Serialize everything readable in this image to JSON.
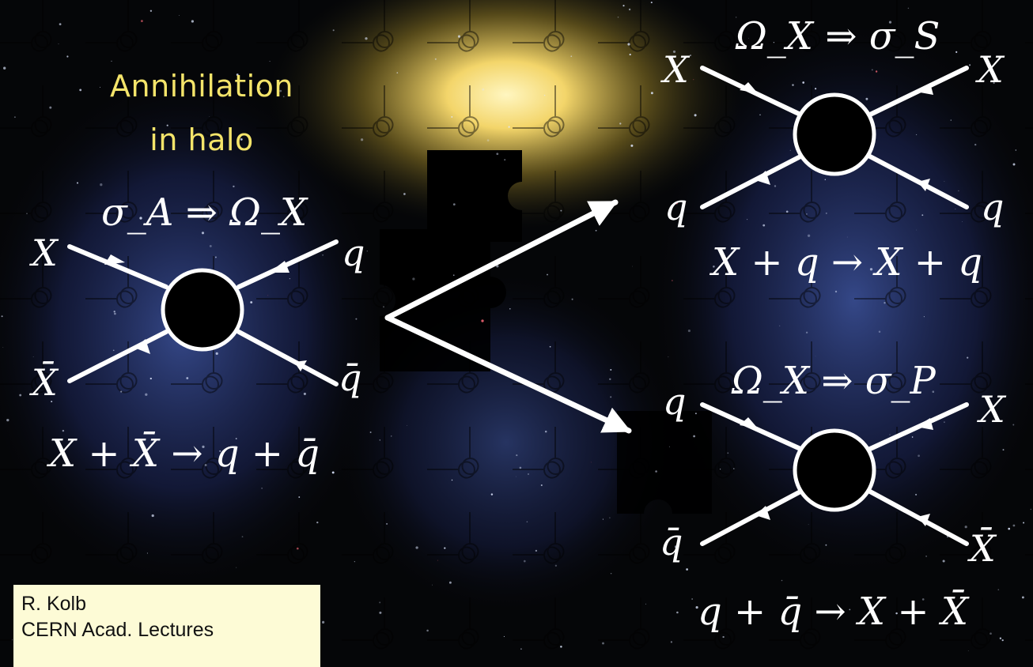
{
  "heading": {
    "line1": "Annihilation",
    "line2": "in halo"
  },
  "annihilation_diagram": {
    "header": "σ_A ⇒ Ω_X",
    "in_top": "X",
    "in_bottom": "X̄",
    "out_top": "q",
    "out_bottom": "q̄",
    "reaction": "X + X̄ → q + q̄"
  },
  "scattering_diagram": {
    "header": "Ω_X ⇒ σ_S",
    "in_top": "X",
    "in_bottom": "q",
    "out_top": "X",
    "out_bottom": "q",
    "reaction": "X + q → X + q"
  },
  "production_diagram": {
    "header": "Ω_X ⇒ σ_P",
    "in_top": "q",
    "in_bottom": "q̄",
    "out_top": "X",
    "out_bottom": "X̄",
    "reaction": "q + q̄ → X + X̄"
  },
  "credit": {
    "line1": "R. Kolb",
    "line2": "CERN Acad. Lectures"
  },
  "colors": {
    "heading": "#f4e46a",
    "lines": "#ffffff",
    "credit_bg": "#fdfbd6",
    "background": "#050608",
    "galaxy_core": "#ffe88a"
  }
}
